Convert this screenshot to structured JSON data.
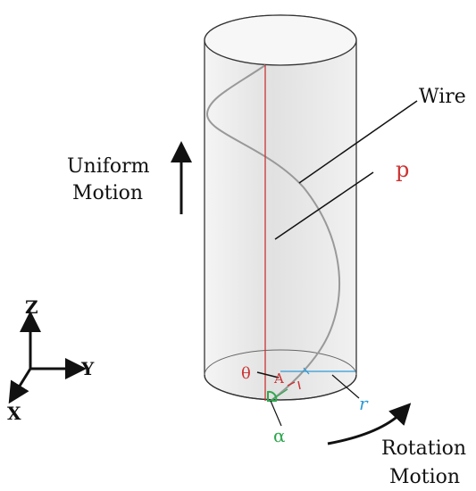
{
  "labels": {
    "wire": "Wire",
    "p": "p",
    "uniform_line1": "Uniform",
    "uniform_line2": "Motion",
    "rotation_line1": "Rotation",
    "rotation_line2": "Motion",
    "theta": "θ",
    "point_a": "A",
    "r": "r",
    "alpha": "α",
    "axis_z": "Z",
    "axis_y": "Y",
    "axis_x": "X"
  },
  "colors": {
    "cylinder_fill": "#dcdcdc",
    "outline": "#333333",
    "wire": "#999999",
    "pitch_line": "#cc3333",
    "radius_line": "#2e9bd6",
    "alpha_label": "#2fa84f",
    "text": "#111111"
  }
}
